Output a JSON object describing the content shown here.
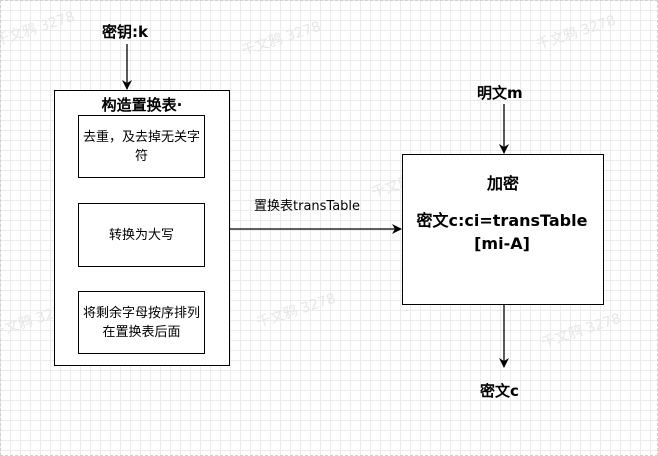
{
  "key_label": "密钥:k",
  "plaintext_label": "明文m",
  "ciphertext_label": "密文c",
  "builder": {
    "title": "构造置换表·",
    "step1": "去重，及去掉无关字符",
    "step2": "转换为大写",
    "step3": "将剩余字母按序排列在置换表后面"
  },
  "edge_label": "置换表transTable",
  "encrypt": {
    "title": "加密",
    "formula": "密文c:ci=transTable[mi-A]"
  },
  "watermark": "千文鸦 3278"
}
